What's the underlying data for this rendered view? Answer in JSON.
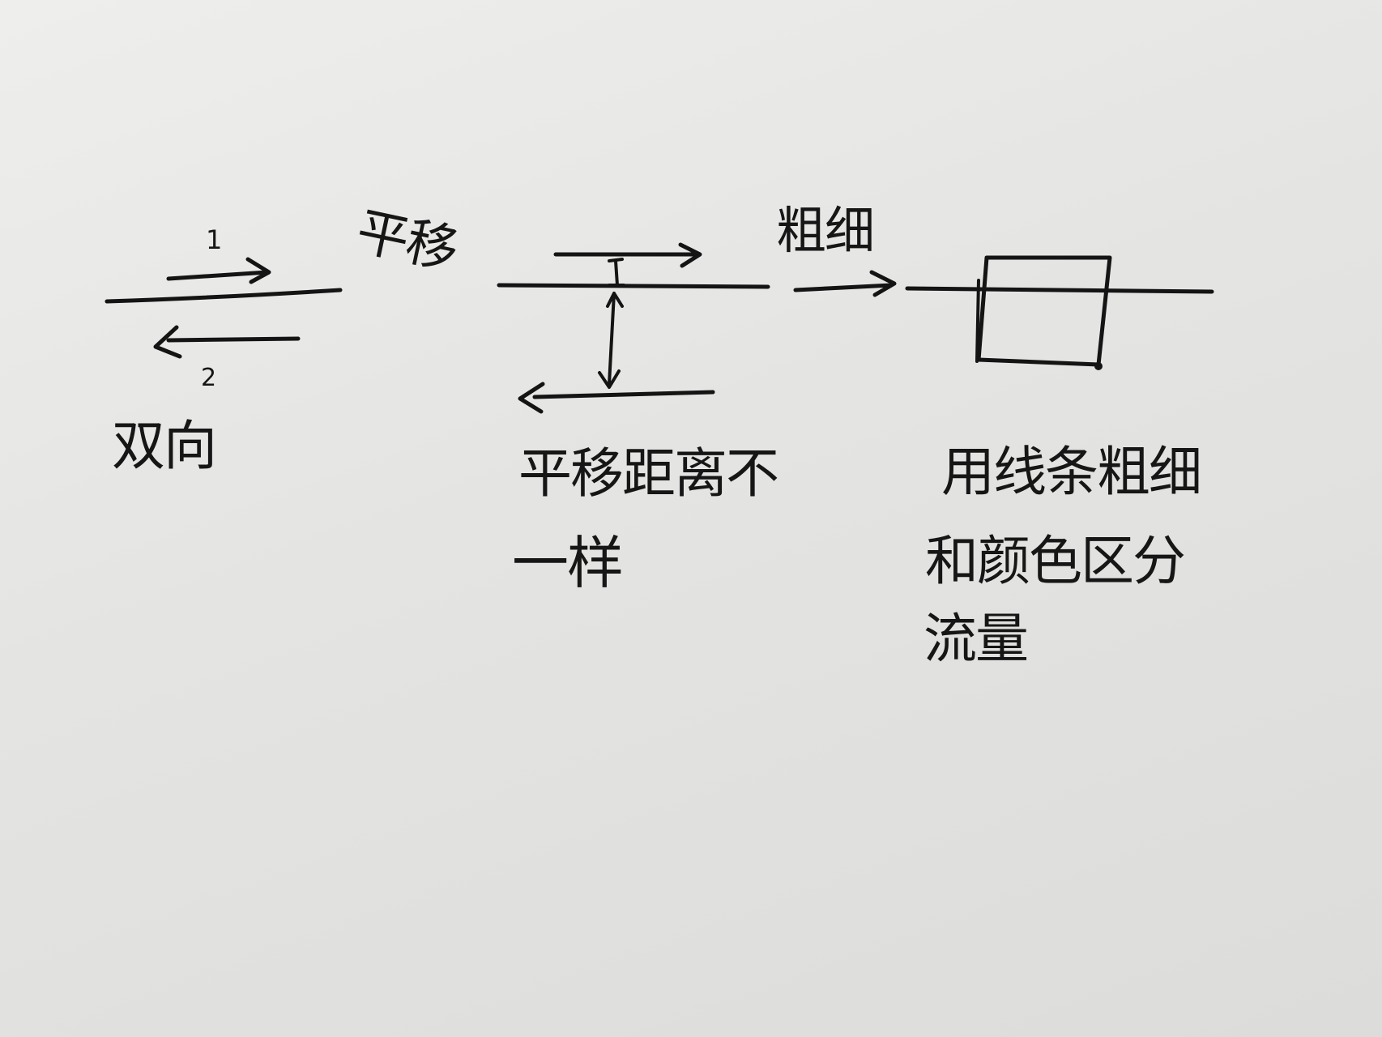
{
  "diagram": {
    "step1": {
      "label_forward": "1",
      "label_backward": "2",
      "caption": "双向"
    },
    "transition1": {
      "label": "平移"
    },
    "step2": {
      "caption_line1": "平移距离不",
      "caption_line2": "一样"
    },
    "transition2": {
      "label": "粗细"
    },
    "step3": {
      "caption_line1": "用线条粗细",
      "caption_line2": "和颜色区分",
      "caption_line3": "流量"
    }
  },
  "colors": {
    "ink": "#141414",
    "paper": "#e6e6e4"
  }
}
